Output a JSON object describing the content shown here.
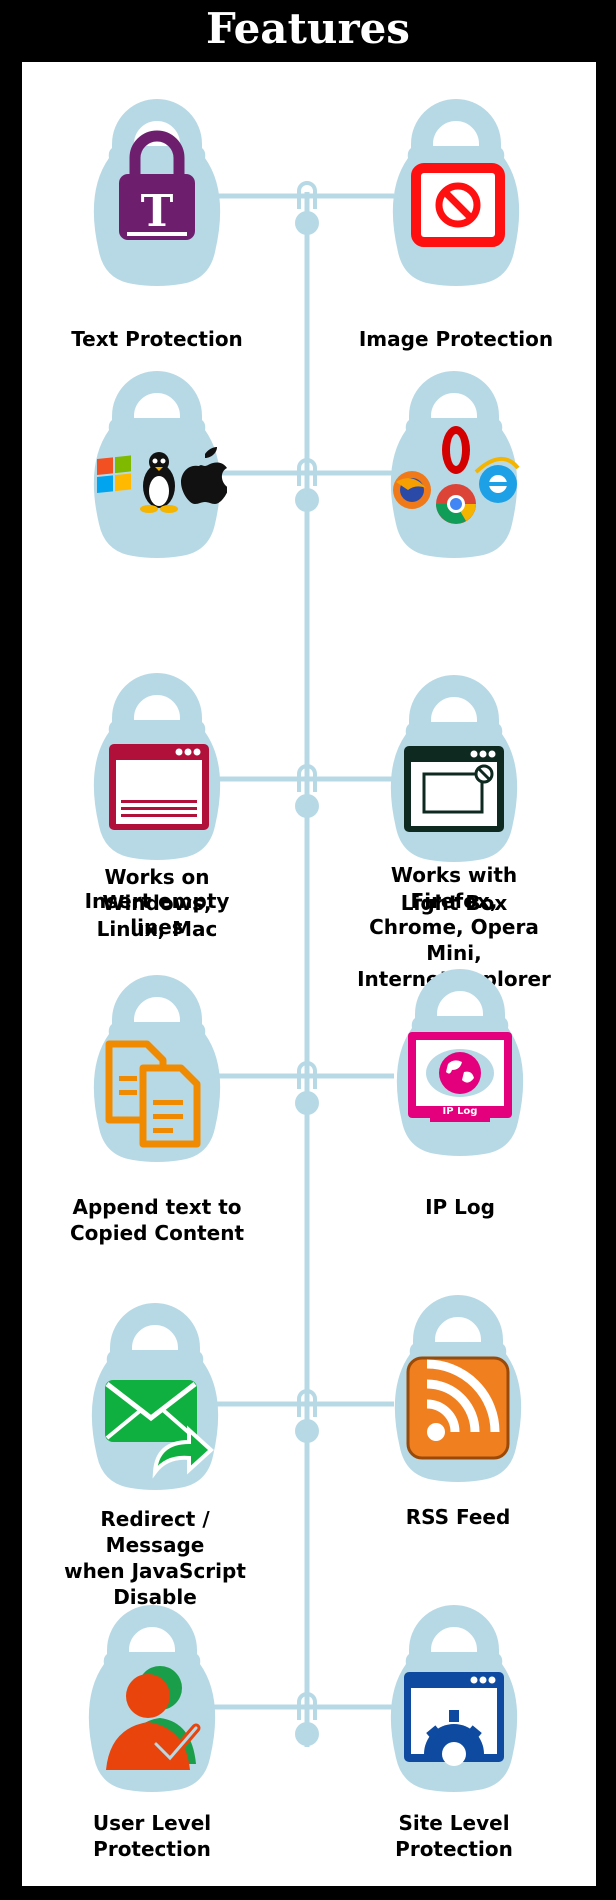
{
  "title": "Features",
  "colors": {
    "background": "#000000",
    "panel": "#ffffff",
    "lock": "#b7d9e5",
    "connector": "#b7d9e5"
  },
  "features": [
    {
      "label": "Text Protection",
      "icon": "text-lock-icon"
    },
    {
      "label": "Image Protection",
      "icon": "blocked-image-icon"
    },
    {
      "label": "Works on Windows,\nLinux, Mac",
      "icon": "os-logos-icon"
    },
    {
      "label": "Works with Firefox,\nChrome, Opera Mini,\nInternet Explorer",
      "icon": "browser-logos-icon"
    },
    {
      "label": "Insert empty lines",
      "icon": "window-lines-icon"
    },
    {
      "label": "Light Box",
      "icon": "lightbox-window-icon"
    },
    {
      "label": "Append text to\nCopied Content",
      "icon": "copy-documents-icon"
    },
    {
      "label": "IP Log",
      "icon": "ip-log-monitor-icon",
      "icon_text": "IP Log"
    },
    {
      "label": "Redirect / Message\nwhen JavaScript Disable",
      "icon": "mail-forward-icon"
    },
    {
      "label": "RSS Feed",
      "icon": "rss-feed-icon"
    },
    {
      "label": "User Level\nProtection",
      "icon": "user-check-icon"
    },
    {
      "label": "Site Level\nProtection",
      "icon": "site-gear-window-icon"
    }
  ]
}
